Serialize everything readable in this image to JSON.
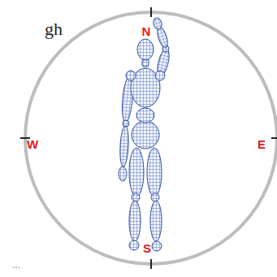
{
  "diagram": {
    "labels": [
      "gh",
      "N",
      "W",
      "E",
      "S",
      "..."
    ]
  }
}
